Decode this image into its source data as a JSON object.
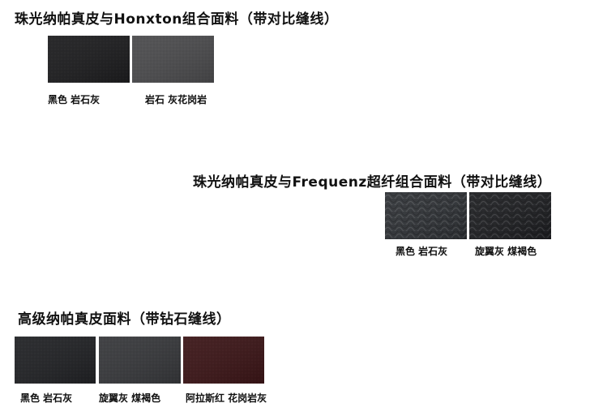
{
  "sections": [
    {
      "title": "珠光纳帕真皮与Honxton组合面料（带对比缝线）",
      "swatches": [
        {
          "label": "黑色 岩石灰",
          "color": "#1c1c1e",
          "texture": "fine-grain"
        },
        {
          "label": "岩石 灰花岗岩",
          "color": "#4a4a4c",
          "texture": "fine-grain"
        }
      ]
    },
    {
      "title": "珠光纳帕真皮与Frequenz超纤组合面料（带对比缝线）",
      "swatches": [
        {
          "label": "黑色 岩石灰",
          "color": "#2f3236",
          "texture": "wave-pattern"
        },
        {
          "label": "旋翼灰 煤褐色",
          "color": "#1e1f22",
          "texture": "wave-pattern"
        }
      ]
    },
    {
      "title": "高级纳帕真皮面料（带钻石缝线）",
      "swatches": [
        {
          "label": "黑色 岩石灰",
          "color": "#202124",
          "texture": "smooth"
        },
        {
          "label": "旋翼灰 煤褐色",
          "color": "#36373a",
          "texture": "smooth"
        },
        {
          "label": "阿拉斯红 花岗岩灰",
          "color": "#3a1416",
          "texture": "smooth"
        }
      ]
    }
  ]
}
